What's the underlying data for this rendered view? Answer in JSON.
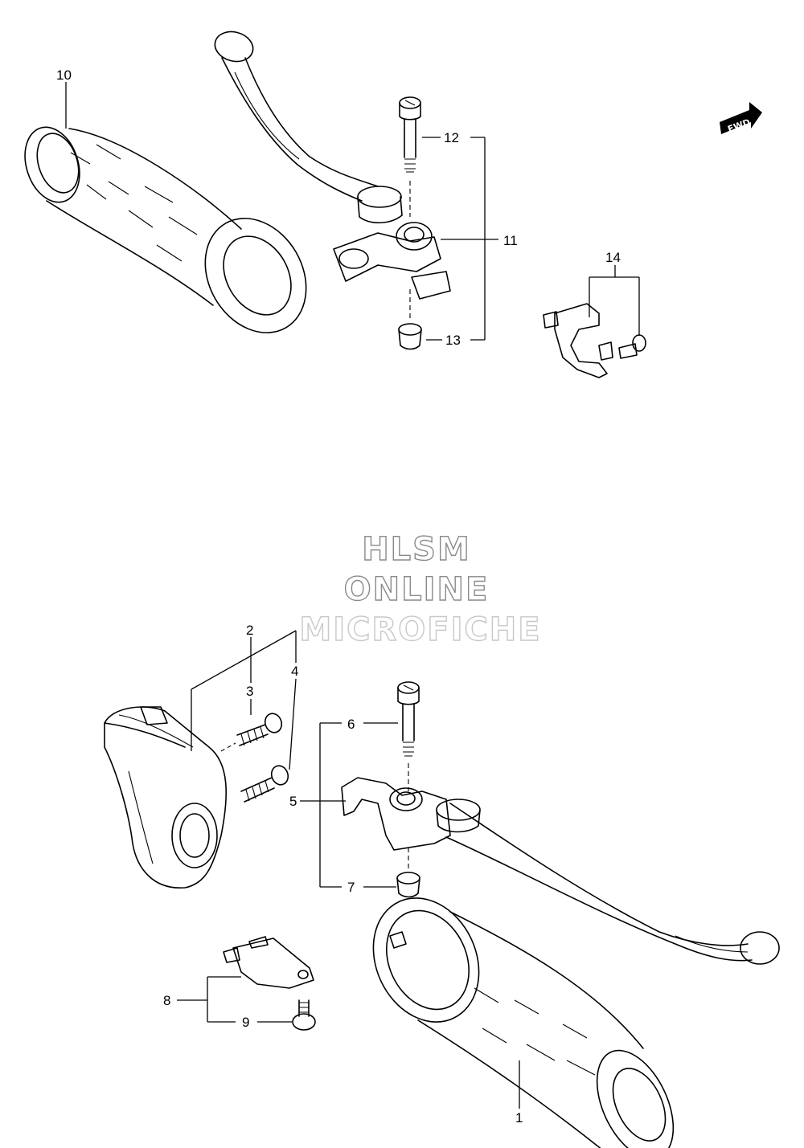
{
  "parts": [
    {
      "id": "callout-10",
      "label": "10"
    },
    {
      "id": "callout-12",
      "label": "12"
    },
    {
      "id": "callout-11",
      "label": "11"
    },
    {
      "id": "callout-13",
      "label": "13"
    },
    {
      "id": "callout-14",
      "label": "14"
    },
    {
      "id": "callout-2",
      "label": "2"
    },
    {
      "id": "callout-3",
      "label": "3"
    },
    {
      "id": "callout-4",
      "label": "4"
    },
    {
      "id": "callout-6",
      "label": "6"
    },
    {
      "id": "callout-5",
      "label": "5"
    },
    {
      "id": "callout-7",
      "label": "7"
    },
    {
      "id": "callout-8",
      "label": "8"
    },
    {
      "id": "callout-9",
      "label": "9"
    },
    {
      "id": "callout-1",
      "label": "1"
    }
  ],
  "direction_badge": "FWD",
  "watermark": {
    "line1": "HLSM",
    "line2": "ONLINE",
    "line3": "MICROFICHE"
  }
}
